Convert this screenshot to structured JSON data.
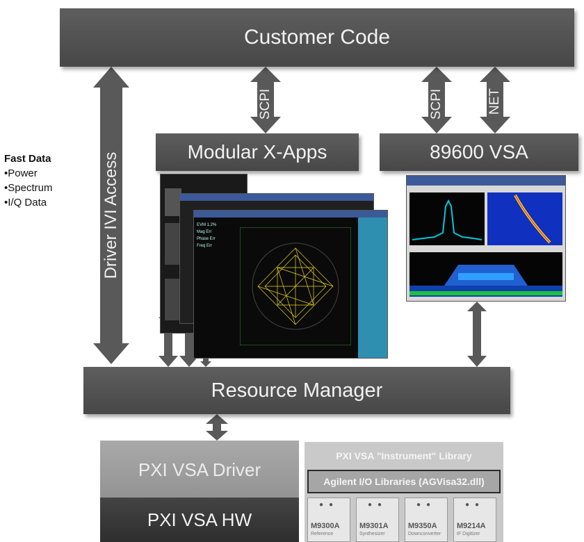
{
  "boxes": {
    "customer_code": "Customer Code",
    "modular_xapps": "Modular X-Apps",
    "vsa89600": "89600 VSA",
    "resource_manager": "Resource Manager",
    "pxi_driver": "PXI VSA Driver",
    "pxi_hw": "PXI VSA HW"
  },
  "arrow_labels": {
    "scpi_left": "SCPI",
    "scpi_right": "SCPI",
    "net": "NET",
    "driver_ivi": "Driver IVI Access"
  },
  "fast_data": {
    "title": "Fast Data",
    "items": [
      "•Power",
      "•Spectrum",
      "•I/Q Data"
    ]
  },
  "library": {
    "title": "PXI VSA \"Instrument\" Library",
    "agilent": "Agilent I/O Libraries (AGVisa32.dll)",
    "modules": [
      {
        "name": "M9300A",
        "sub": "Reference"
      },
      {
        "name": "M9301A",
        "sub": "Synthesizer"
      },
      {
        "name": "M9350A",
        "sub": "Downconverter"
      },
      {
        "name": "M9214A",
        "sub": "IF Digitizer"
      }
    ]
  },
  "colors": {
    "box_dark": "#525252",
    "arrow": "#595959",
    "screen_bg": "#0a0a0a",
    "constellation": "#e8d21c",
    "spectrum": "#00c8e0"
  }
}
